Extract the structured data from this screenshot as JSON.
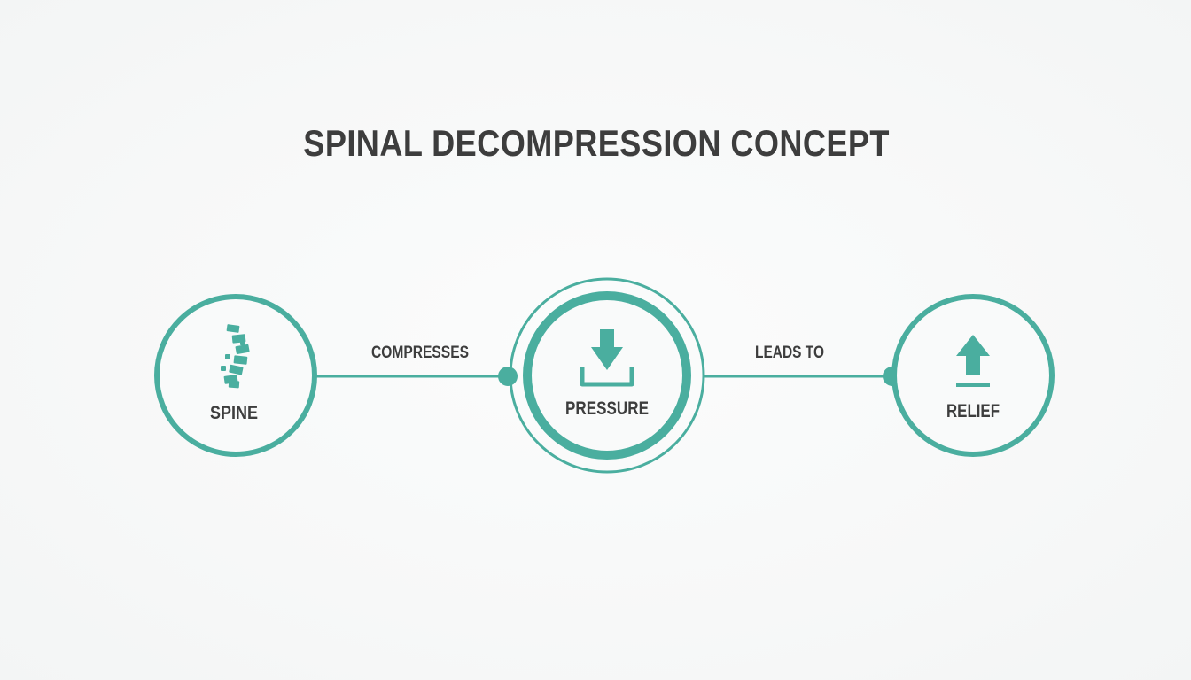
{
  "title": "SPINAL DECOMPRESSION CONCEPT",
  "accent_color": "#4aae9f",
  "text_color": "#3d3d3d",
  "nodes": [
    {
      "id": "spine",
      "label": "SPINE",
      "icon": "spine-icon"
    },
    {
      "id": "pressure",
      "label": "PRESSURE",
      "icon": "download-arrow-icon"
    },
    {
      "id": "relief",
      "label": "RELIEF",
      "icon": "upload-arrow-icon"
    }
  ],
  "edges": [
    {
      "from": "spine",
      "to": "pressure",
      "label": "COMPRESSES"
    },
    {
      "from": "pressure",
      "to": "relief",
      "label": "LEADS TO"
    }
  ]
}
